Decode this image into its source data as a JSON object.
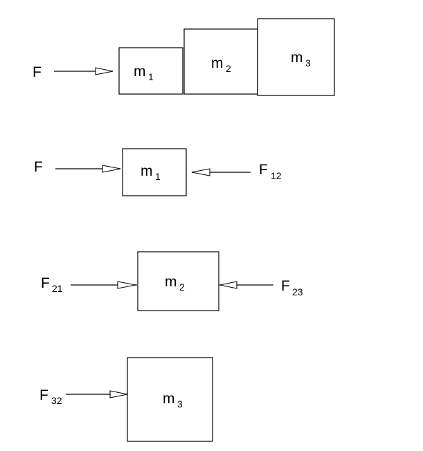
{
  "diagram": {
    "type": "free-body-diagram",
    "stroke_color": "#000000",
    "background": "#ffffff",
    "panels": [
      {
        "id": "system",
        "masses": [
          {
            "base": "m",
            "sub": "1"
          },
          {
            "base": "m",
            "sub": "2"
          },
          {
            "base": "m",
            "sub": "3"
          }
        ],
        "forces": [
          {
            "base": "F",
            "sub": "",
            "direction": "right",
            "acts_on": "m1"
          }
        ]
      },
      {
        "id": "m1-fbd",
        "masses": [
          {
            "base": "m",
            "sub": "1"
          }
        ],
        "forces": [
          {
            "base": "F",
            "sub": "",
            "direction": "right"
          },
          {
            "base": "F",
            "sub": "12",
            "direction": "left"
          }
        ]
      },
      {
        "id": "m2-fbd",
        "masses": [
          {
            "base": "m",
            "sub": "2"
          }
        ],
        "forces": [
          {
            "base": "F",
            "sub": "21",
            "direction": "right"
          },
          {
            "base": "F",
            "sub": "23",
            "direction": "left"
          }
        ]
      },
      {
        "id": "m3-fbd",
        "masses": [
          {
            "base": "m",
            "sub": "3"
          }
        ],
        "forces": [
          {
            "base": "F",
            "sub": "32",
            "direction": "right"
          }
        ]
      }
    ]
  }
}
